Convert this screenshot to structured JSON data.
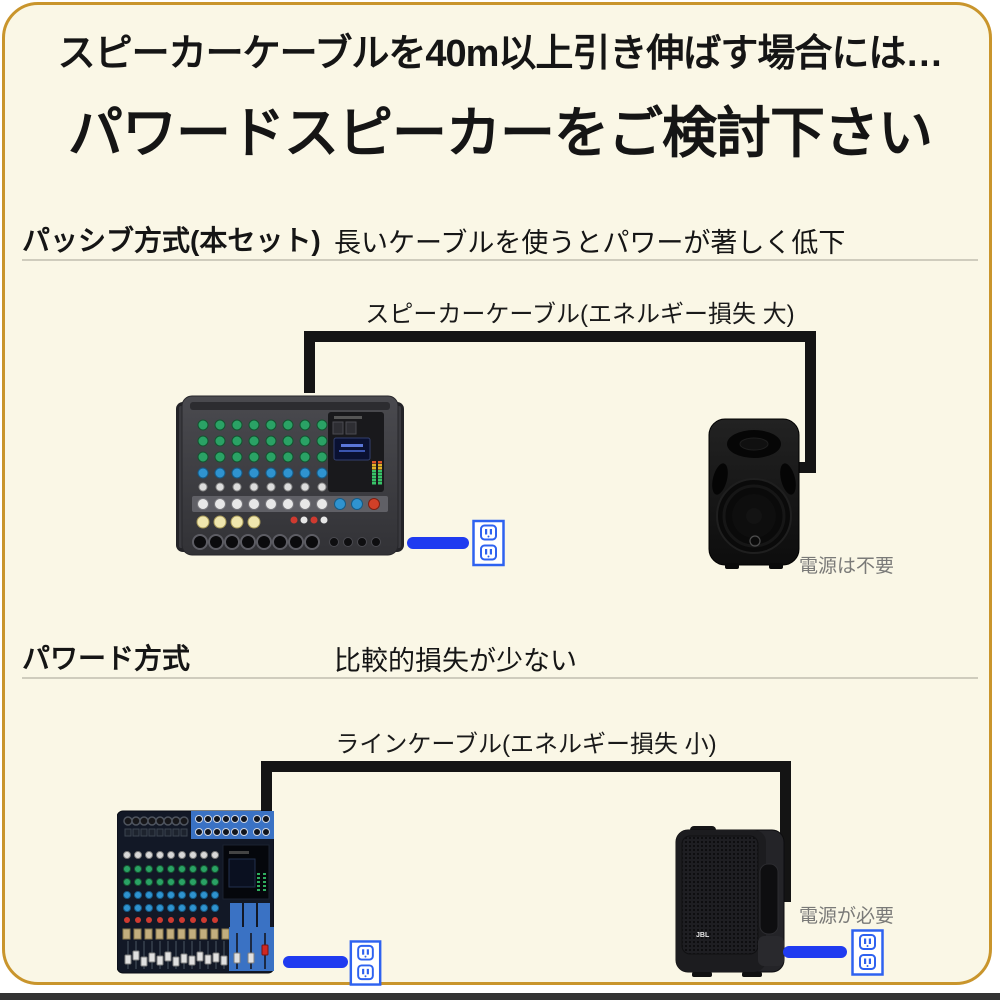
{
  "title": {
    "line1": "スピーカーケーブルを40m以上引き伸ばす場合には…",
    "line2": "パワードスピーカーをご検討下さい"
  },
  "sections": {
    "passive": {
      "heading": "パッシブ方式(本セット)",
      "description": "長いケーブルを使うとパワーが著しく低下",
      "cable_label": "スピーカーケーブル(エネルギー損失 大)",
      "power_note": "電源は不要",
      "mixer_icon": "powered-mixer-image",
      "speaker_icon": "passive-speaker-image",
      "outlet_icon": "power-outlet-icon",
      "arrow_icon": "power-plug-arrow"
    },
    "powered": {
      "heading": "パワード方式",
      "description": "比較的損失が少ない",
      "cable_label": "ラインケーブル(エネルギー損失 小)",
      "power_note": "電源が必要",
      "speaker_logo": "JBL",
      "mixer_icon": "analog-mixer-image",
      "speaker_icon": "powered-speaker-image",
      "outlet_icon": "power-outlet-icon",
      "arrow_icon": "power-plug-arrow"
    }
  },
  "colors": {
    "panel_background": "#faf7e6",
    "border_gold": "#c9952c",
    "cable_black": "#141414",
    "arrow_blue": "#1f3bf0",
    "outlet_blue": "#2e62f0",
    "note_gray": "#7a7a78",
    "divider_gray": "#cfccbd",
    "bottom_strip": "#333333"
  }
}
